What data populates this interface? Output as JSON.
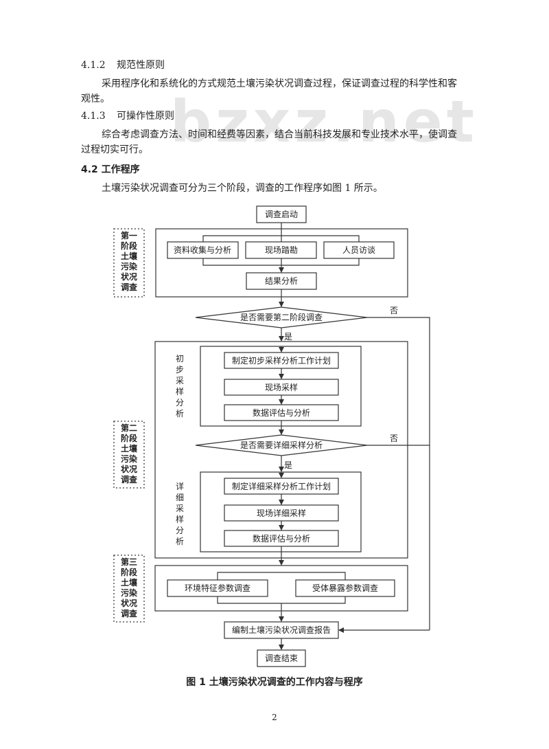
{
  "watermark": "bzxz.net",
  "sections": {
    "s412_num": "4.1.2",
    "s412_title": "规范性原则",
    "s412_line1": "采用程序化和系统化的方式规范土壤污染状况调查过程，保证调查过程的科学性和客",
    "s412_line2": "观性。",
    "s413_num": "4.1.3",
    "s413_title": "可操作性原则",
    "s413_line1": "综合考虑调查方法、时间和经费等因素，结合当前科技发展和专业技术水平，使调查",
    "s413_line2": "过程切实可行。",
    "s42_heading": "4.2  工作程序",
    "s42_line1": "土壤污染状况调查可分为三个阶段，调查的工作程序如图 1 所示。"
  },
  "flowchart": {
    "start": "调查启动",
    "stage1_label": [
      "第一",
      "阶段",
      "土壤",
      "污染",
      "状况",
      "调查"
    ],
    "stage1_items": [
      "资料收集与分析",
      "现场踏勘",
      "人员访谈"
    ],
    "stage1_result": "结果分析",
    "decision1": "是否需要第二阶段调查",
    "no": "否",
    "yes": "是",
    "stage2_label": [
      "第二",
      "阶段",
      "土壤",
      "污染",
      "状况",
      "调查"
    ],
    "prelim_label": [
      "初",
      "步",
      "采",
      "样",
      "分",
      "析"
    ],
    "prelim_steps": [
      "制定初步采样分析工作计划",
      "现场采样",
      "数据评估与分析"
    ],
    "decision2": "是否需要详细采样分析",
    "detail_label": [
      "详",
      "细",
      "采",
      "样",
      "分",
      "析"
    ],
    "detail_steps": [
      "制定详细采样分析工作计划",
      "现场详细采样",
      "数据评估与分析"
    ],
    "stage3_label": [
      "第三",
      "阶段",
      "土壤",
      "污染",
      "状况",
      "调查"
    ],
    "stage3_items": [
      "环境特征参数调查",
      "受体暴露参数调查"
    ],
    "report": "编制土壤污染状况调查报告",
    "end": "调查结束"
  },
  "caption": "图 1  土壤污染状况调查的工作内容与程序",
  "page_number": "2"
}
